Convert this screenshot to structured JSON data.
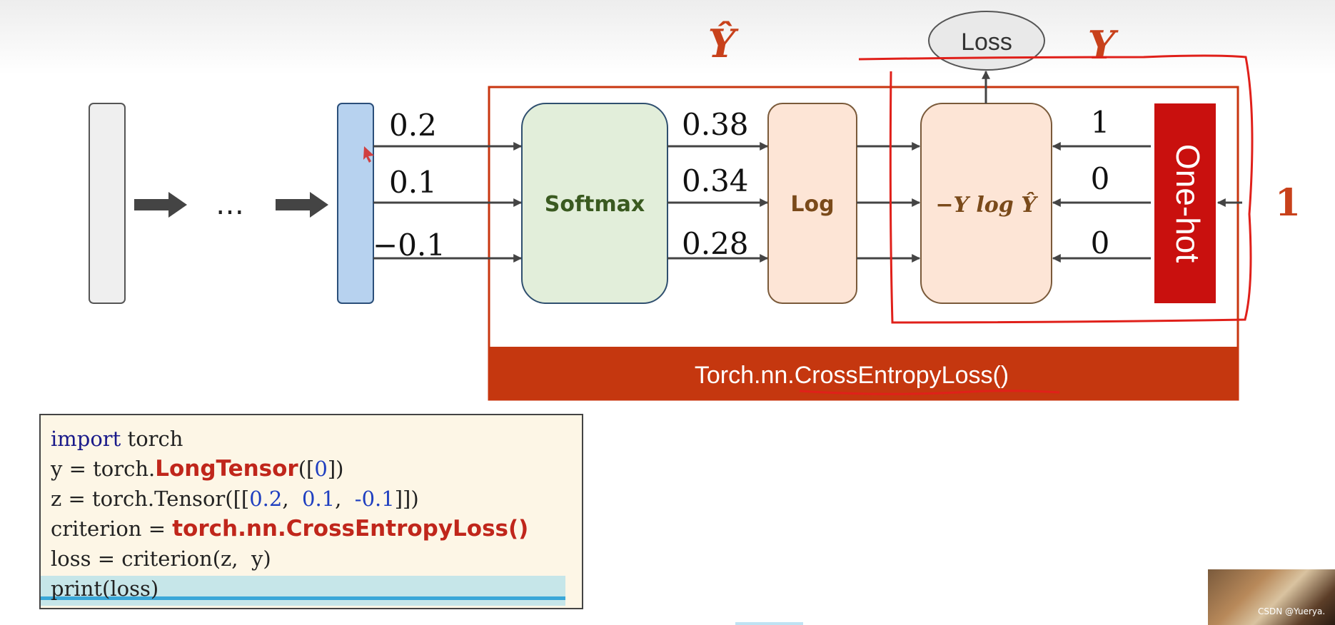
{
  "diagram": {
    "input_values": [
      "0.2",
      "0.1",
      "−0.1"
    ],
    "softmax_label": "Softmax",
    "softmax_values": [
      "0.38",
      "0.34",
      "0.28"
    ],
    "log_label": "Log",
    "product_label": "−Y log Ŷ",
    "loss_label": "Loss",
    "onehot_label": "One-hot",
    "onehot_values": [
      "1",
      "0",
      "0"
    ],
    "target_label": "1",
    "y_hat_label": "Ŷ",
    "y_label": "Y",
    "ellipsis": "…",
    "module_label": "Torch.nn.CrossEntropyLoss()"
  },
  "code": {
    "lines": [
      {
        "kw": "import",
        "rest": " torch"
      },
      {
        "pre": "y = torch.",
        "hl": "LongTensor",
        "post1": "([",
        "num": "0",
        "post2": "])"
      },
      {
        "pre": "z = torch.Tensor([[",
        "n1": "0.2",
        "s1": ",  ",
        "n2": "0.1",
        "s2": ",  ",
        "n3": "-0.1",
        "post": "]])"
      },
      {
        "pre": "criterion = ",
        "hl": "torch.nn.CrossEntropyLoss()"
      },
      {
        "text": "loss = criterion(z,  y)"
      },
      {
        "text": "print(loss)"
      }
    ]
  },
  "watermark": "CSDN @Yuerya.",
  "colors": {
    "softmax_fill": "#e2eeda",
    "log_fill": "#fde5d6",
    "onehot_fill": "#c9100e",
    "module_fill": "#c5370f",
    "input_bar_fill": "#b7d2ef",
    "annotation_red": "#e0201a"
  }
}
